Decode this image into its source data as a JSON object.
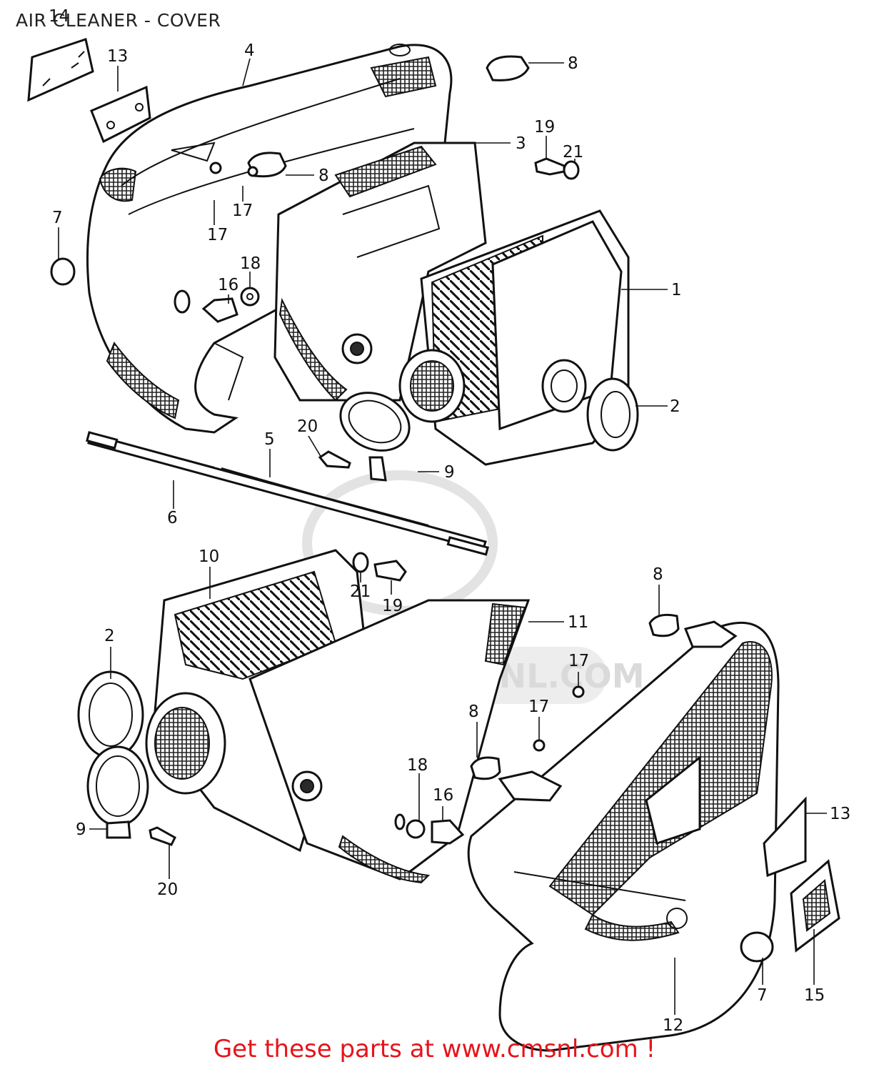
{
  "title": "AIR CLEANER - COVER",
  "footer": "Get these parts at www.cmsnl.com !",
  "watermark": {
    "text": "WWW.CMSNL.COM",
    "color": "#d7d7d7"
  },
  "colors": {
    "footer": "#e5141b",
    "line": "#111111"
  },
  "callouts": [
    {
      "id": "c1",
      "label": "1"
    },
    {
      "id": "c2a",
      "label": "2"
    },
    {
      "id": "c2b",
      "label": "2"
    },
    {
      "id": "c3",
      "label": "3"
    },
    {
      "id": "c4",
      "label": "4"
    },
    {
      "id": "c5",
      "label": "5"
    },
    {
      "id": "c6",
      "label": "6"
    },
    {
      "id": "c7a",
      "label": "7"
    },
    {
      "id": "c7b",
      "label": "7"
    },
    {
      "id": "c8a",
      "label": "8"
    },
    {
      "id": "c8b",
      "label": "8"
    },
    {
      "id": "c8c",
      "label": "8"
    },
    {
      "id": "c8d",
      "label": "8"
    },
    {
      "id": "c9a",
      "label": "9"
    },
    {
      "id": "c9b",
      "label": "9"
    },
    {
      "id": "c10",
      "label": "10"
    },
    {
      "id": "c11",
      "label": "11"
    },
    {
      "id": "c12",
      "label": "12"
    },
    {
      "id": "c13a",
      "label": "13"
    },
    {
      "id": "c13b",
      "label": "13"
    },
    {
      "id": "c14",
      "label": "14"
    },
    {
      "id": "c15",
      "label": "15"
    },
    {
      "id": "c16a",
      "label": "16"
    },
    {
      "id": "c16b",
      "label": "16"
    },
    {
      "id": "c17a",
      "label": "17"
    },
    {
      "id": "c17b",
      "label": "17"
    },
    {
      "id": "c17c",
      "label": "17"
    },
    {
      "id": "c17d",
      "label": "17"
    },
    {
      "id": "c18a",
      "label": "18"
    },
    {
      "id": "c18b",
      "label": "18"
    },
    {
      "id": "c19a",
      "label": "19"
    },
    {
      "id": "c19b",
      "label": "19"
    },
    {
      "id": "c20a",
      "label": "20"
    },
    {
      "id": "c20b",
      "label": "20"
    },
    {
      "id": "c21a",
      "label": "21"
    },
    {
      "id": "c21b",
      "label": "21"
    }
  ]
}
